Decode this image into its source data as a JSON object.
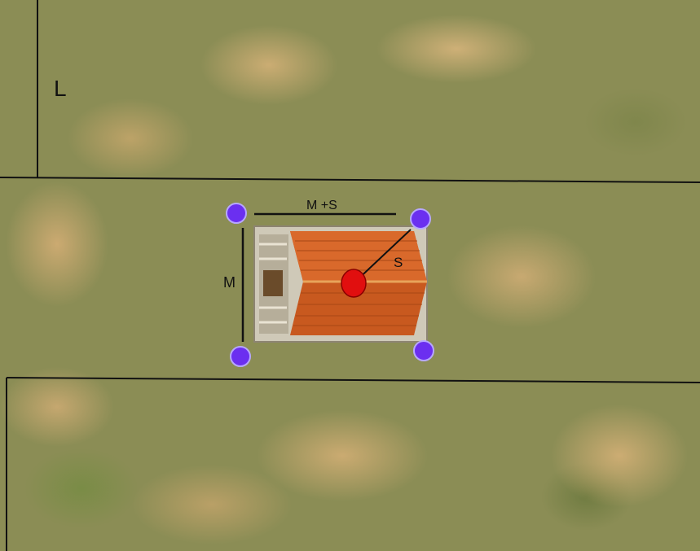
{
  "labels": {
    "plot_large": "L",
    "width_label": "M +S",
    "depth_label": "M",
    "setback_label": "S"
  },
  "colors": {
    "corner_marker": "#6b2ff0",
    "center_marker": "#e10f0f",
    "boundary_line": "#111111",
    "roof": "#c8591f"
  },
  "icons": {
    "building": "temple-building-icon"
  }
}
